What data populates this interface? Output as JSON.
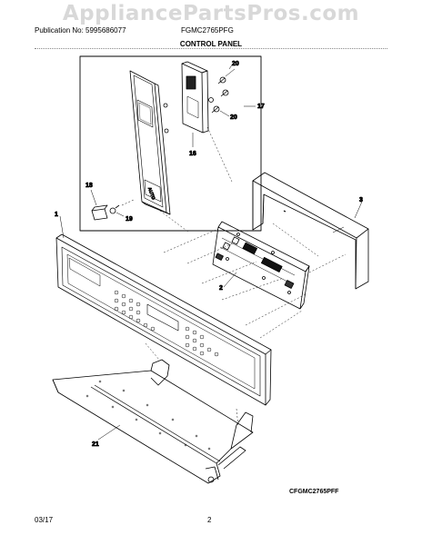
{
  "watermark": "AppliancePartsPros.com",
  "header": {
    "publication": "Publication No: 5995686077",
    "model": "FGMC2765PFG",
    "title": "CONTROL PANEL"
  },
  "callouts": {
    "p1": "1",
    "p2": "2",
    "p3": "3",
    "p16": "16",
    "p17": "17",
    "p18": "18",
    "p19": "19",
    "p20a": "20",
    "p20b": "20",
    "p21": "21"
  },
  "figure_code": "CFGMC2765PFF",
  "footer": {
    "date": "03/17",
    "page": "2"
  }
}
